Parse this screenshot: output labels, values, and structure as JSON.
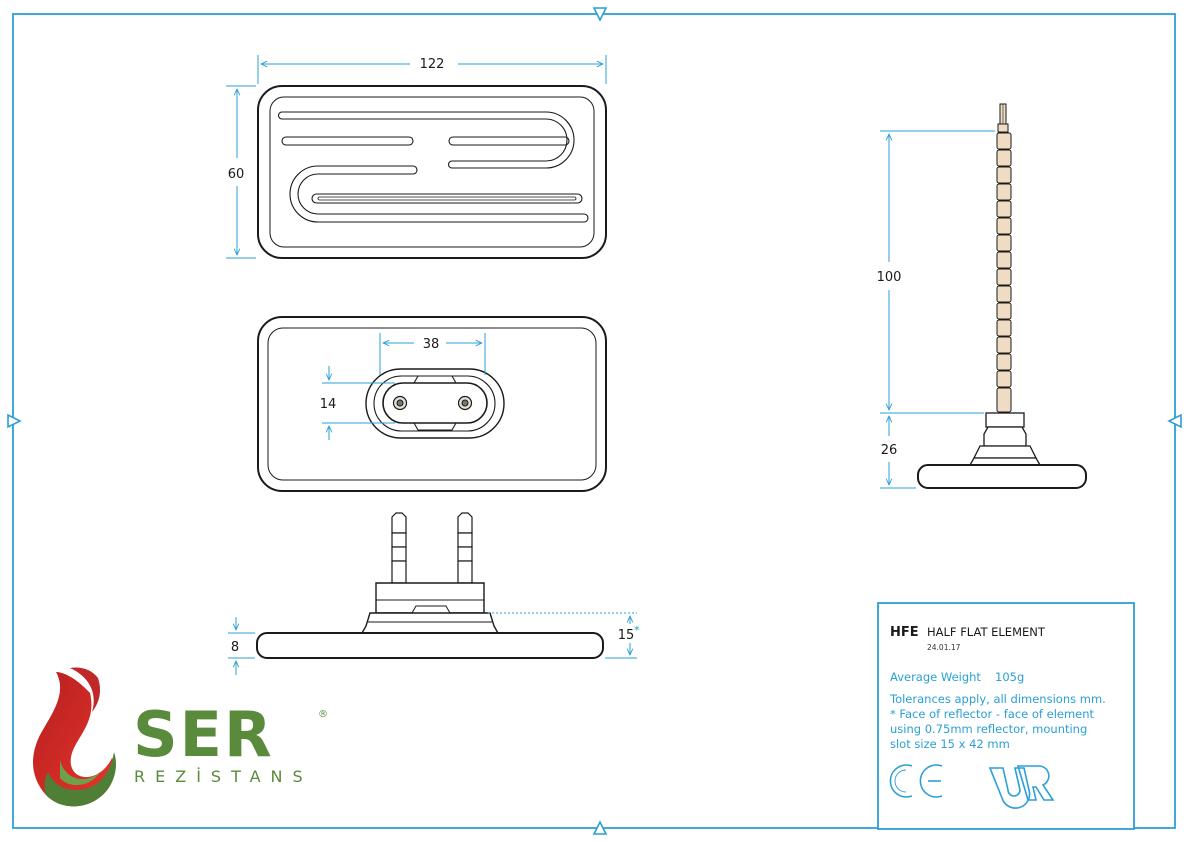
{
  "drawing": {
    "dimensions": {
      "width_top": "122",
      "height_top": "60",
      "slot_width": "38",
      "slot_height": "14",
      "base_thickness": "8",
      "reflector_gap": "15",
      "reflector_mark": "*",
      "element_length": "100",
      "cap_height": "26"
    }
  },
  "title_block": {
    "code": "HFE",
    "name": "HALF FLAT ELEMENT",
    "date": "24.01.17",
    "weight_label": "Average Weight",
    "weight_value": "105g",
    "notes": [
      "Tolerances apply, all dimensions mm.",
      "* Face of reflector - face of element",
      "using 0.75mm reflector, mounting",
      "slot size 15 x 42 mm"
    ],
    "marks": [
      "CE",
      "UR"
    ]
  },
  "logo": {
    "brand": "SER",
    "registered": "®",
    "subtitle": "REZİSTANS"
  },
  "colors": {
    "frame": "#2b9fd6",
    "dimension": "#2b9fd6",
    "outline": "#1a1a1a",
    "logo_green": "#5a8a3c",
    "logo_red": "#d42b26",
    "ceramic": "#f0dcc4"
  }
}
